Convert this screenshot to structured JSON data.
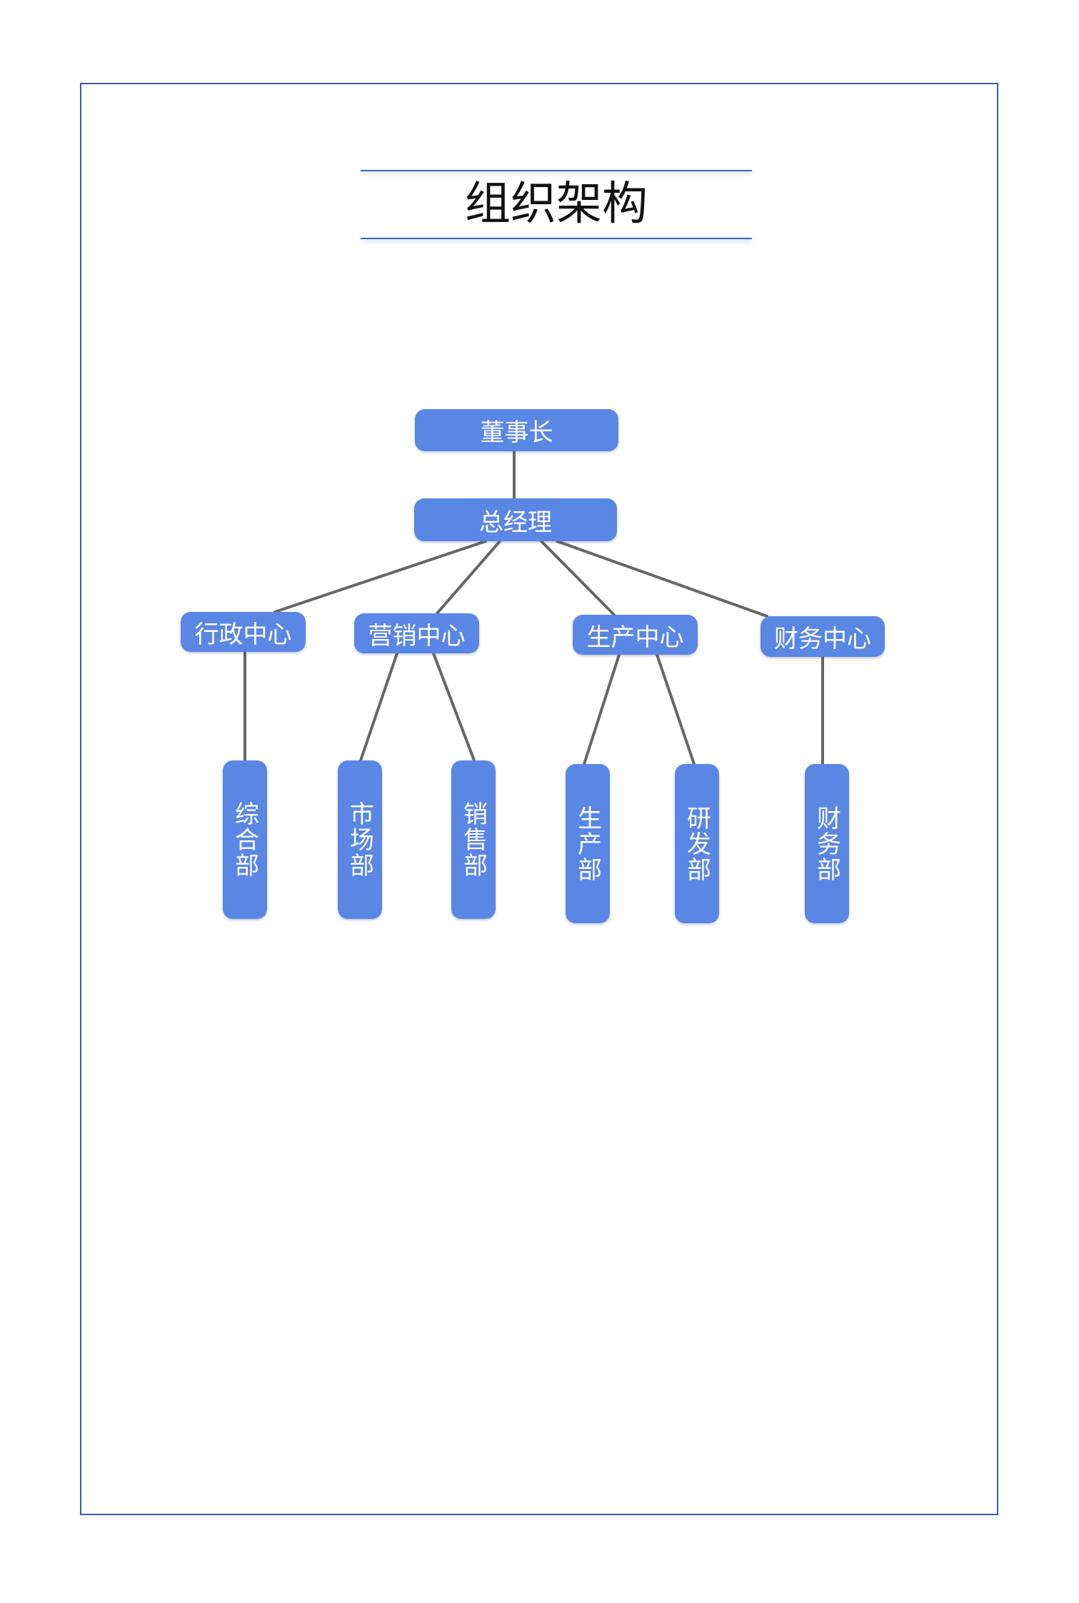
{
  "title": "组织架构",
  "colors": {
    "frame": "#3b5aa8",
    "node_fill": "#5a86e4",
    "node_text": "#ffffff",
    "connector": "#666666"
  },
  "nodes": {
    "chairman": "董事长",
    "gm": "总经理",
    "admin_center": "行政中心",
    "marketing_center": "营销中心",
    "production_center": "生产中心",
    "finance_center": "财务中心",
    "general_dept": "综合部",
    "market_dept": "市场部",
    "sales_dept": "销售部",
    "production_dept": "生产部",
    "rnd_dept": "研发部",
    "finance_dept": "财务部"
  }
}
